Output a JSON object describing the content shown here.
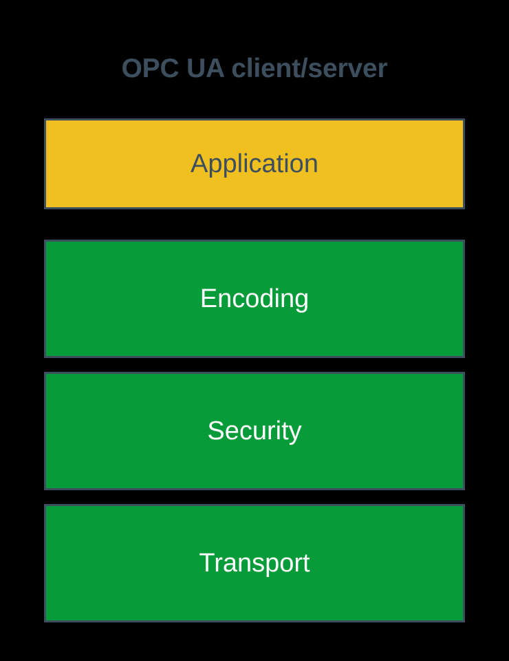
{
  "diagram": {
    "title": "OPC UA client/server",
    "title_color": "#3d4f5e",
    "background_color": "#000000",
    "border_color": "#3d4f5e",
    "layers": [
      {
        "label": "Application",
        "fill_color": "#efc01f",
        "text_color": "#3d4f5e",
        "variant": "application"
      },
      {
        "label": "Encoding",
        "fill_color": "#089b3a",
        "text_color": "#ffffff",
        "variant": "service"
      },
      {
        "label": "Security",
        "fill_color": "#089b3a",
        "text_color": "#ffffff",
        "variant": "service"
      },
      {
        "label": "Transport",
        "fill_color": "#089b3a",
        "text_color": "#ffffff",
        "variant": "service"
      }
    ]
  }
}
